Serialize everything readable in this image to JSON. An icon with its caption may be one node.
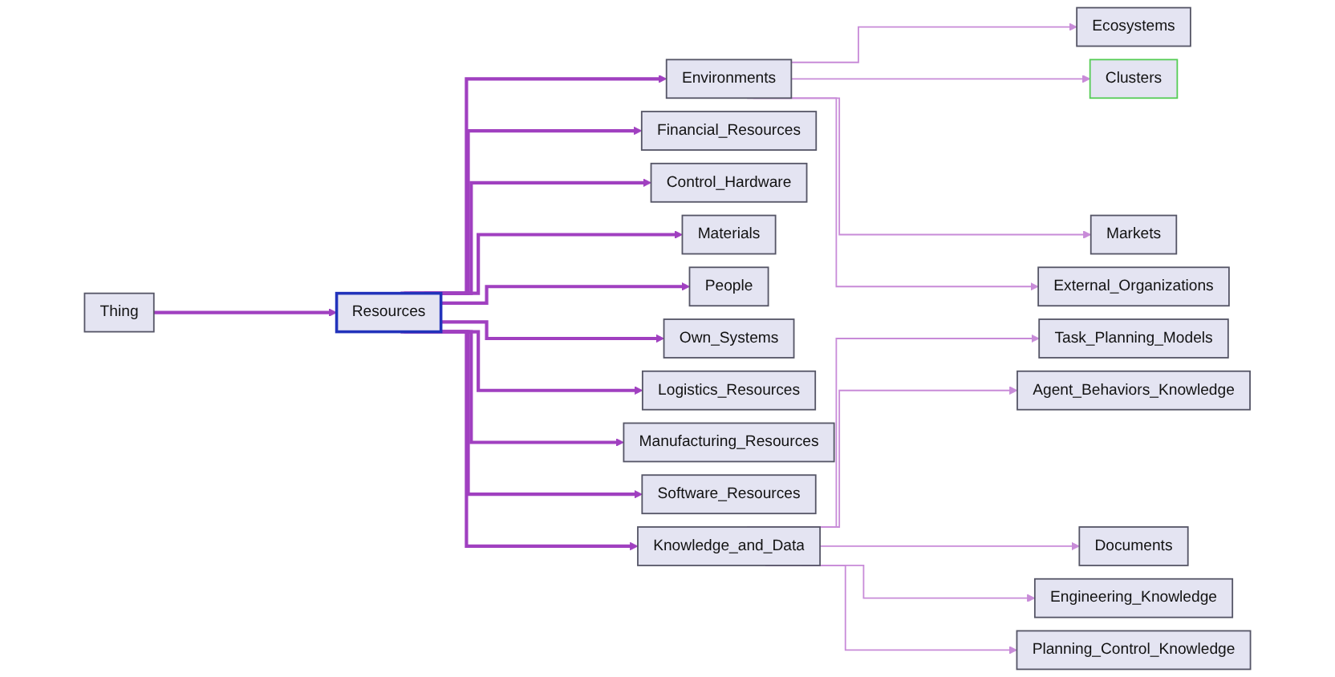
{
  "diagram": {
    "nodes": [
      {
        "text": [
          "Thing"
        ]
      },
      {
        "text": [
          "Resources"
        ]
      },
      {
        "text": [
          "Environments"
        ]
      },
      {
        "text": [
          "Ecosystems"
        ]
      },
      {
        "text": [
          "Clusters"
        ]
      },
      {
        "text": [
          "Markets"
        ]
      },
      {
        "text": [
          "External_Organizations"
        ]
      },
      {
        "text": [
          "Financial_Resources"
        ]
      },
      {
        "text": [
          "Control_Hardware"
        ]
      },
      {
        "text": [
          "Materials"
        ]
      },
      {
        "text": [
          "People"
        ]
      },
      {
        "text": [
          "Own_Systems"
        ]
      },
      {
        "text": [
          "Logistics_Resources"
        ]
      },
      {
        "text": [
          "Manufacturing_Resources"
        ]
      },
      {
        "text": [
          "Software_Resources"
        ]
      },
      {
        "text": [
          "Knowledge_and_Data"
        ]
      },
      {
        "text": [
          "Task_Planning_Models"
        ]
      },
      {
        "text": [
          "Agent_Behaviors_Knowledge"
        ]
      },
      {
        "text": [
          "Documents"
        ]
      },
      {
        "text": [
          "Engineering_Knowledge"
        ]
      },
      {
        "text": [
          "Planning_Control_Knowledge"
        ]
      }
    ],
    "edges": [
      {
        "from": 0,
        "to": 1,
        "arrow": "to"
      },
      {
        "from": 1,
        "to": 2,
        "arrow": "to"
      },
      {
        "from": 1,
        "to": 7,
        "arrow": "to"
      },
      {
        "from": 1,
        "to": 8,
        "arrow": "to"
      },
      {
        "from": 1,
        "to": 9,
        "arrow": "to"
      },
      {
        "from": 1,
        "to": 10,
        "arrow": "to"
      },
      {
        "from": 1,
        "to": 11,
        "arrow": "to"
      },
      {
        "from": 1,
        "to": 12,
        "arrow": "to"
      },
      {
        "from": 1,
        "to": 13,
        "arrow": "to"
      },
      {
        "from": 1,
        "to": 14,
        "arrow": "to"
      },
      {
        "from": 1,
        "to": 15,
        "arrow": "to"
      },
      {
        "from": 2,
        "to": 3,
        "arrow": "to",
        "color": "#c88bd8"
      },
      {
        "from": 2,
        "to": 4,
        "arrow": "to",
        "color": "#c88bd8"
      },
      {
        "from": 2,
        "to": 5,
        "arrow": "to",
        "color": "#c88bd8"
      },
      {
        "from": 2,
        "to": 6,
        "arrow": "to",
        "color": "#c88bd8"
      },
      {
        "from": 15,
        "to": 16,
        "arrow": "to",
        "color": "#c88bd8"
      },
      {
        "from": 15,
        "to": 17,
        "arrow": "to",
        "color": "#c88bd8"
      },
      {
        "from": 15,
        "to": 18,
        "arrow": "to",
        "color": "#c88bd8"
      },
      {
        "from": 15,
        "to": 19,
        "arrow": "to",
        "color": "#c88bd8"
      },
      {
        "from": 15,
        "to": 20,
        "arrow": "to",
        "color": "#c88bd8"
      }
    ]
  }
}
